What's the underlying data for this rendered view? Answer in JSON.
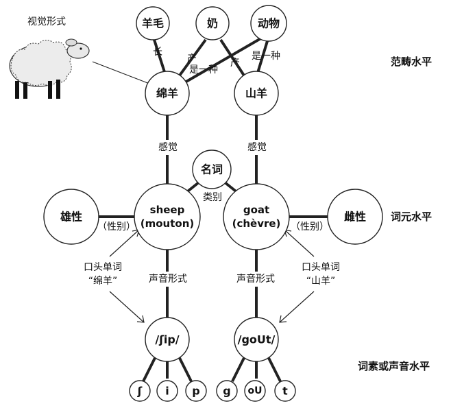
{
  "visual_form_label": "视觉形式",
  "levels": {
    "category": "范畴水平",
    "lemma": "词元水平",
    "lexeme": "词素或声音水平"
  },
  "concept_nodes": {
    "wool": "羊毛",
    "milk": "奶",
    "animal": "动物",
    "sheep": "绵羊",
    "goat": "山羊"
  },
  "relation_labels": {
    "has": "长",
    "produces_left": "产",
    "produces_right": "产",
    "is_a_left": "是一种",
    "is_a_right": "是一种"
  },
  "sense_labels": {
    "left": "感觉",
    "right": "感觉"
  },
  "lemma_nodes": {
    "noun": "名词",
    "syntactic_category": "类别",
    "sheep_line1": "sheep",
    "sheep_line2": "(mouton)",
    "goat_line1": "goat",
    "goat_line2": "(chèvre)",
    "male": "雄性",
    "female": "雌性",
    "gender_left": "（性别）",
    "gender_right": "（性别）"
  },
  "spoken_word": {
    "left_line1": "口头单词",
    "left_line2": "“绵羊”",
    "right_line1": "口头单词",
    "right_line2": "“山羊”"
  },
  "sound_form_labels": {
    "left": "声音形式",
    "right": "声音形式"
  },
  "lexeme_nodes": {
    "sheep": "/ʃip/",
    "goat": "/goUt/"
  },
  "phonemes": [
    "ʃ",
    "i",
    "p",
    "g",
    "oU",
    "t"
  ]
}
